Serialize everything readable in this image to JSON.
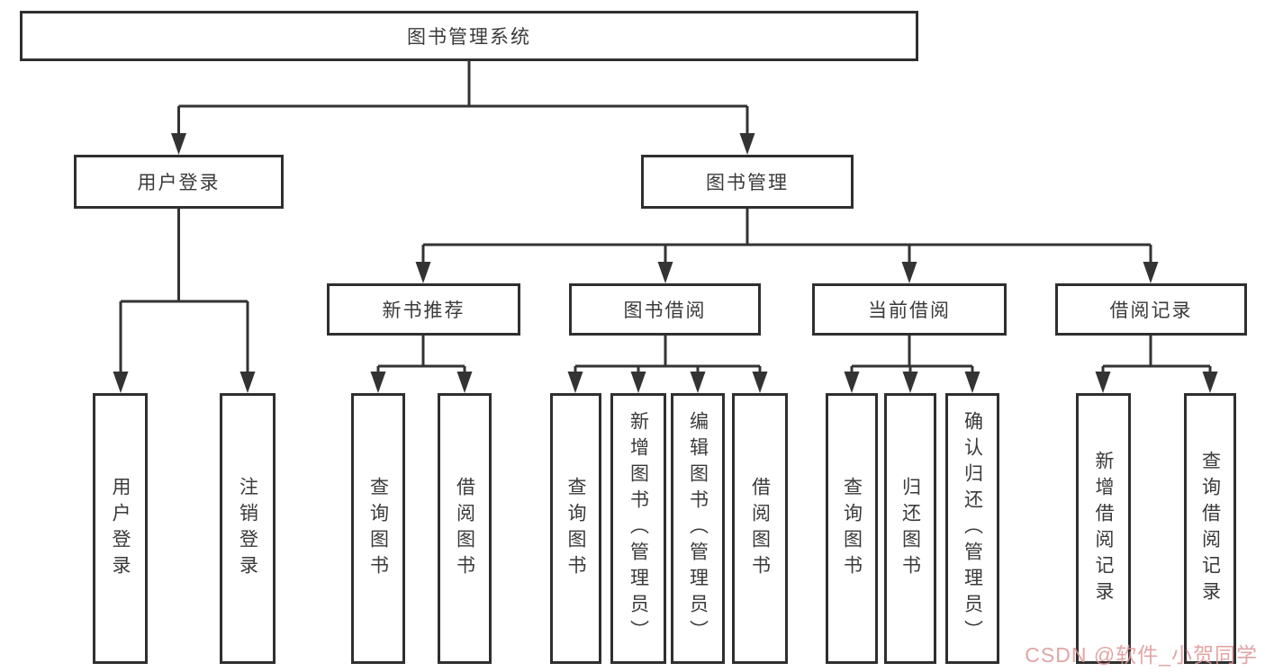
{
  "colors": {
    "line": "#333333",
    "box_border": "#2f2f2f",
    "text": "#3a3a3a",
    "watermark": "#de9494",
    "background": "#ffffff"
  },
  "tree": {
    "root": "图书管理系统",
    "branches": [
      {
        "label": "用户登录",
        "children": [
          "用户登录",
          "注销登录"
        ]
      },
      {
        "label": "图书管理",
        "children": [
          {
            "label": "新书推荐",
            "children": [
              "查询图书",
              "借阅图书"
            ]
          },
          {
            "label": "图书借阅",
            "children": [
              "查询图书",
              "新增图书（管理员）",
              "编辑图书（管理员）",
              "借阅图书"
            ]
          },
          {
            "label": "当前借阅",
            "children": [
              "查询图书",
              "归还图书",
              "确认归还（管理员）"
            ]
          },
          {
            "label": "借阅记录",
            "children": [
              "新增借阅记录",
              "查询借阅记录"
            ]
          }
        ]
      }
    ]
  },
  "watermark": "CSDN @软件_小贺同学"
}
